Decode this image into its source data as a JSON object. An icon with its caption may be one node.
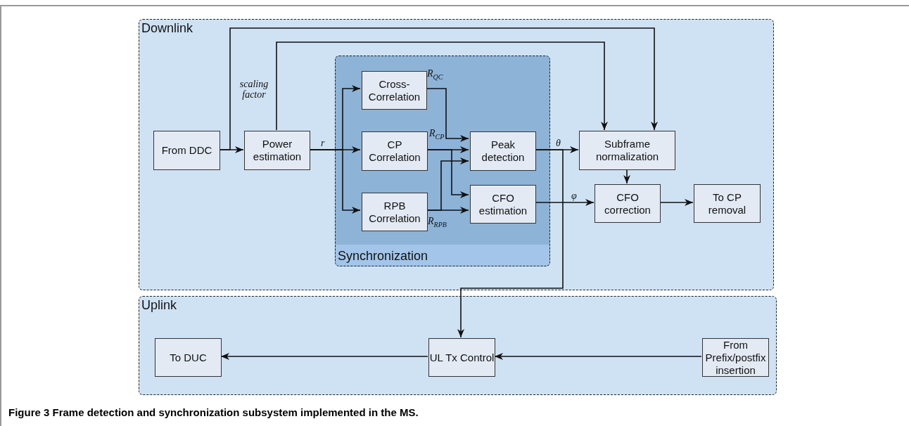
{
  "diagram": {
    "caption": "Figure 3 Frame detection and synchronization subsystem implemented in the MS.",
    "nodes": [
      {
        "text": [
          "Downlink"
        ]
      },
      {
        "text": [
          "Synchronization"
        ],
        "in": 0
      },
      {
        "text": [
          "From DDC"
        ],
        "in": 0
      },
      {
        "text": [
          "Power estimation"
        ],
        "in": 0
      },
      {
        "text": [
          "Cross-Correlation"
        ],
        "in": 1
      },
      {
        "text": [
          "CP Correlation"
        ],
        "in": 1
      },
      {
        "text": [
          "RPB Correlation"
        ],
        "in": 1
      },
      {
        "text": [
          "Peak detection"
        ],
        "in": 1
      },
      {
        "text": [
          "CFO estimation"
        ],
        "in": 1
      },
      {
        "text": [
          "Subframe normalization"
        ],
        "in": 0
      },
      {
        "text": [
          "CFO correction"
        ],
        "in": 0
      },
      {
        "text": [
          "To CP removal"
        ],
        "in": 0
      },
      {
        "text": [
          "Uplink"
        ]
      },
      {
        "text": [
          "To DUC"
        ],
        "in": 12
      },
      {
        "text": [
          "UL Tx Control"
        ],
        "in": 12
      },
      {
        "text": [
          "From Prefix/postfix insertion"
        ],
        "in": 12
      }
    ],
    "edges": [
      {
        "from": 2,
        "to": 3,
        "arrow": "to"
      },
      {
        "from": 2,
        "to": 9,
        "arrow": "to"
      },
      {
        "from": 3,
        "to": 9,
        "arrow": "to",
        "label": "scaling factor"
      },
      {
        "from": 3,
        "to": 4,
        "arrow": "to"
      },
      {
        "from": 3,
        "to": 5,
        "arrow": "to",
        "label": "r"
      },
      {
        "from": 3,
        "to": 6,
        "arrow": "to"
      },
      {
        "from": 4,
        "to": 7,
        "arrow": "to",
        "label": "R$_{QC}$"
      },
      {
        "from": 5,
        "to": 7,
        "arrow": "to",
        "label": "R$_{CP}$"
      },
      {
        "from": 5,
        "to": 8,
        "arrow": "to"
      },
      {
        "from": 6,
        "to": 7,
        "arrow": "to"
      },
      {
        "from": 6,
        "to": 8,
        "arrow": "to",
        "label": "R$_{RPB}$"
      },
      {
        "from": 7,
        "to": 9,
        "arrow": "to",
        "label": "θ"
      },
      {
        "from": 7,
        "to": 14,
        "arrow": "to"
      },
      {
        "from": 8,
        "to": 10,
        "arrow": "to",
        "label": "φ"
      },
      {
        "from": 9,
        "to": 10,
        "arrow": "to"
      },
      {
        "from": 10,
        "to": 11,
        "arrow": "to"
      },
      {
        "from": 14,
        "to": 13,
        "arrow": "to"
      },
      {
        "from": 15,
        "to": 14,
        "arrow": "to"
      }
    ]
  }
}
